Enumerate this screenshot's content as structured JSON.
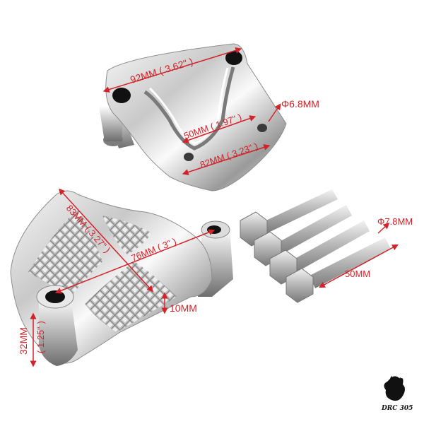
{
  "photo": {
    "subject": "chrome riser clamp parts with hex bolts",
    "accent_color": "#d2232a"
  },
  "dimensions": {
    "top_width": "92MM ( 3.62\" )",
    "hole_diameter_top": "Φ6.8MM",
    "inner_spacing": "50MM ( 1.97\" )",
    "bottom_width": "82MM ( 3.23\" )",
    "bottom_length": "83MM ( 3.27\" )",
    "hole_spacing": "76MM ( 3\" )",
    "plate_thickness": "10MM",
    "height": "32MM",
    "height_inch": "( 1.25\" )",
    "bolt_diameter": "Φ7.8MM",
    "bolt_length": "50MM"
  },
  "logo": {
    "text": "DRC 305"
  }
}
